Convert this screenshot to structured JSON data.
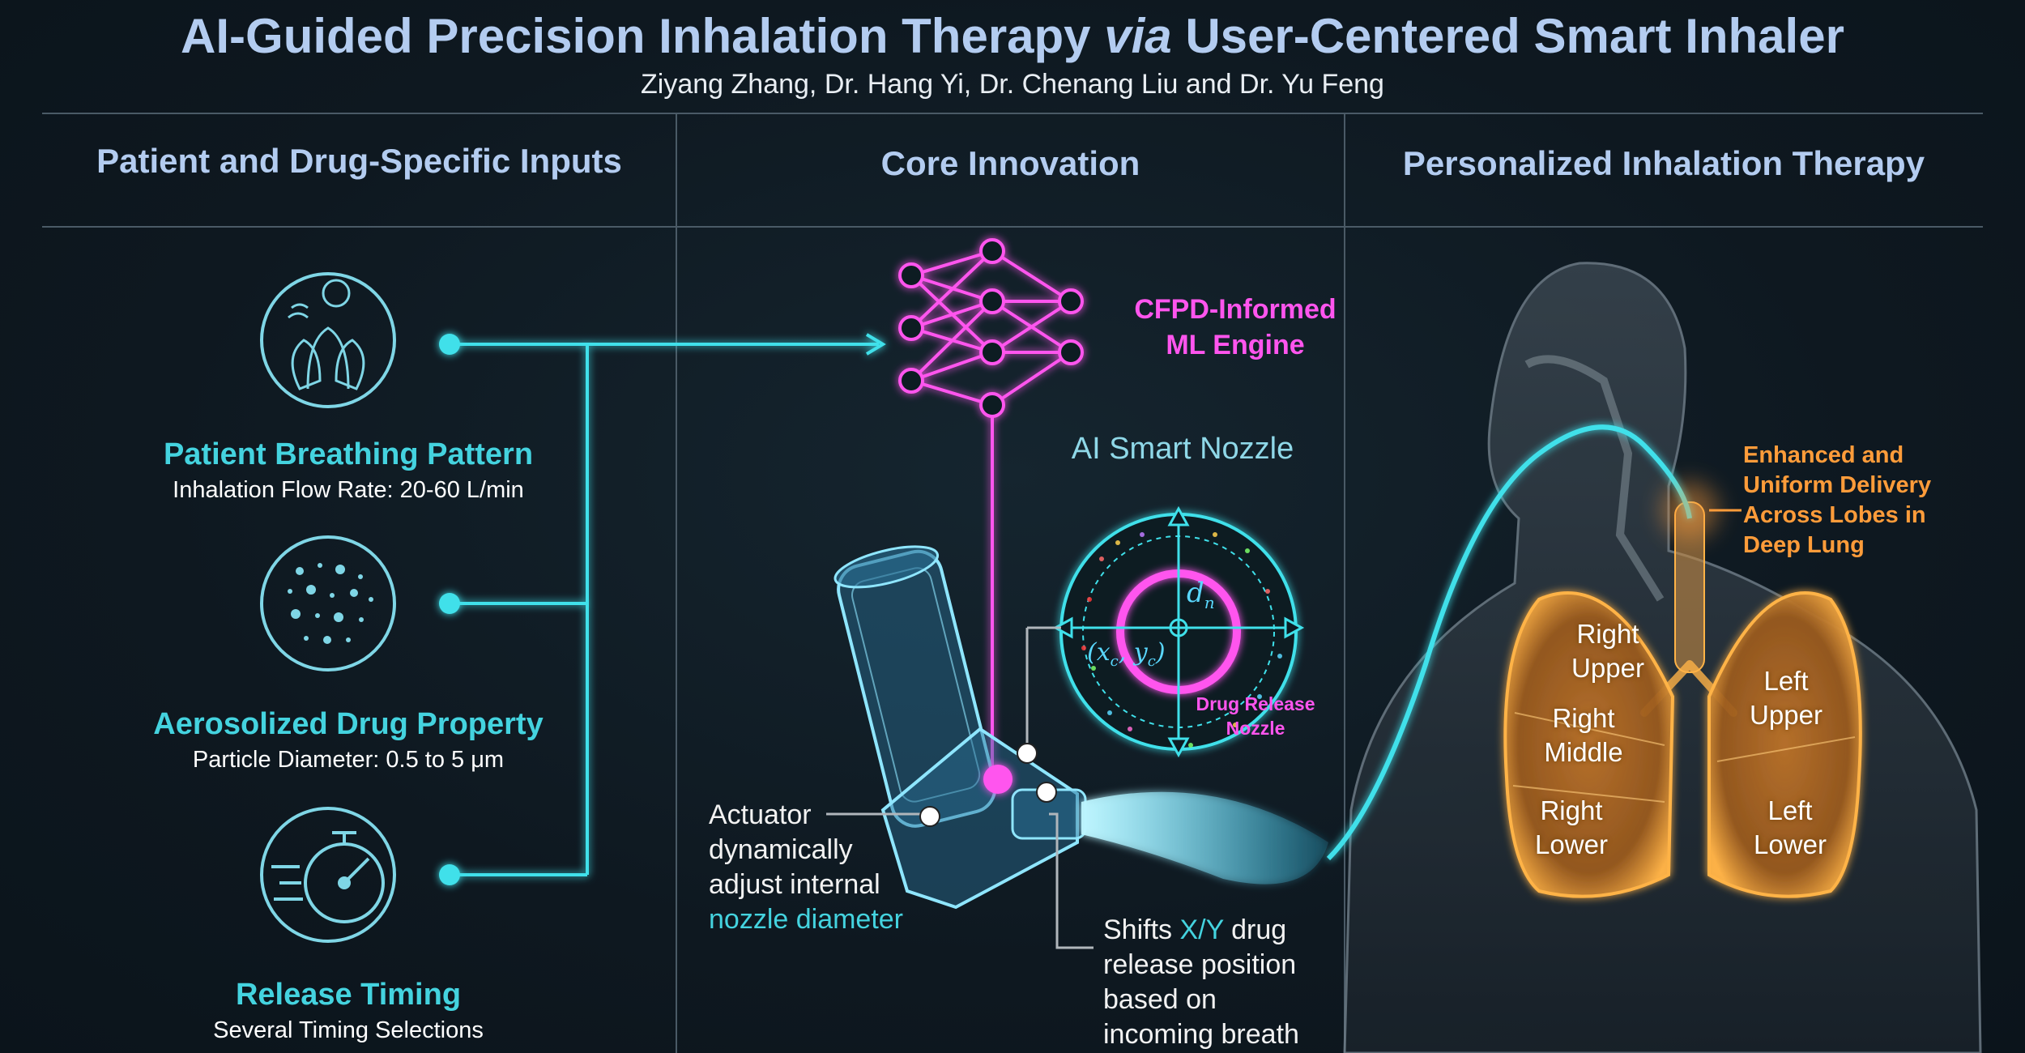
{
  "header": {
    "title_pre": "AI-Guided Precision Inhalation Therapy ",
    "title_italic": "via",
    "title_post": " User-Centered Smart Inhaler",
    "authors": "Ziyang Zhang, Dr. Hang Yi, Dr. Chenang Liu and Dr. Yu Feng"
  },
  "sections": {
    "left": "Patient and Drug-Specific Inputs",
    "center": "Core Innovation",
    "right": "Personalized Inhalation Therapy"
  },
  "inputs": [
    {
      "title": "Patient Breathing Pattern",
      "detail": "Inhalation Flow Rate: 20-60 L/min",
      "icon": "lungs-breathing-icon"
    },
    {
      "title": "Aerosolized Drug Property",
      "detail": "Particle Diameter: 0.5 to 5 μm",
      "icon": "particles-icon"
    },
    {
      "title": "Release Timing",
      "detail": "Several Timing Selections",
      "icon": "stopwatch-icon"
    }
  ],
  "core": {
    "ml_engine_line1": "CFPD-Informed",
    "ml_engine_line2": "ML Engine",
    "smart_nozzle": "AI Smart Nozzle",
    "dn_label": "d",
    "dn_sub": "n",
    "xy_label": "(x",
    "xy_sub1": "c",
    "xy_mid": ", y",
    "xy_sub2": "c",
    "xy_end": ")",
    "drug_release_1": "Drug Release",
    "drug_release_2": "Nozzle",
    "actuator_lines": [
      "Actuator",
      "dynamically",
      "adjust internal"
    ],
    "actuator_highlight": "nozzle diameter",
    "shift_pre": "Shifts ",
    "shift_highlight": "X/Y",
    "shift_post": " drug",
    "shift_lines": [
      "release position",
      "based on",
      "incoming breath"
    ]
  },
  "therapy": {
    "delivery_lines": [
      "Enhanced and",
      "Uniform Delivery",
      "Across Lobes in",
      "Deep Lung"
    ],
    "lobes": {
      "right_upper": [
        "Right",
        "Upper"
      ],
      "right_middle": [
        "Right",
        "Middle"
      ],
      "right_lower": [
        "Right",
        "Lower"
      ],
      "left_upper": [
        "Left",
        "Upper"
      ],
      "left_lower": [
        "Left",
        "Lower"
      ]
    }
  },
  "colors": {
    "title": "#b3ccf0",
    "teal": "#44d3df",
    "magenta": "#ff55ee",
    "orange": "#ff9c3a",
    "background": "#0f1a22"
  }
}
